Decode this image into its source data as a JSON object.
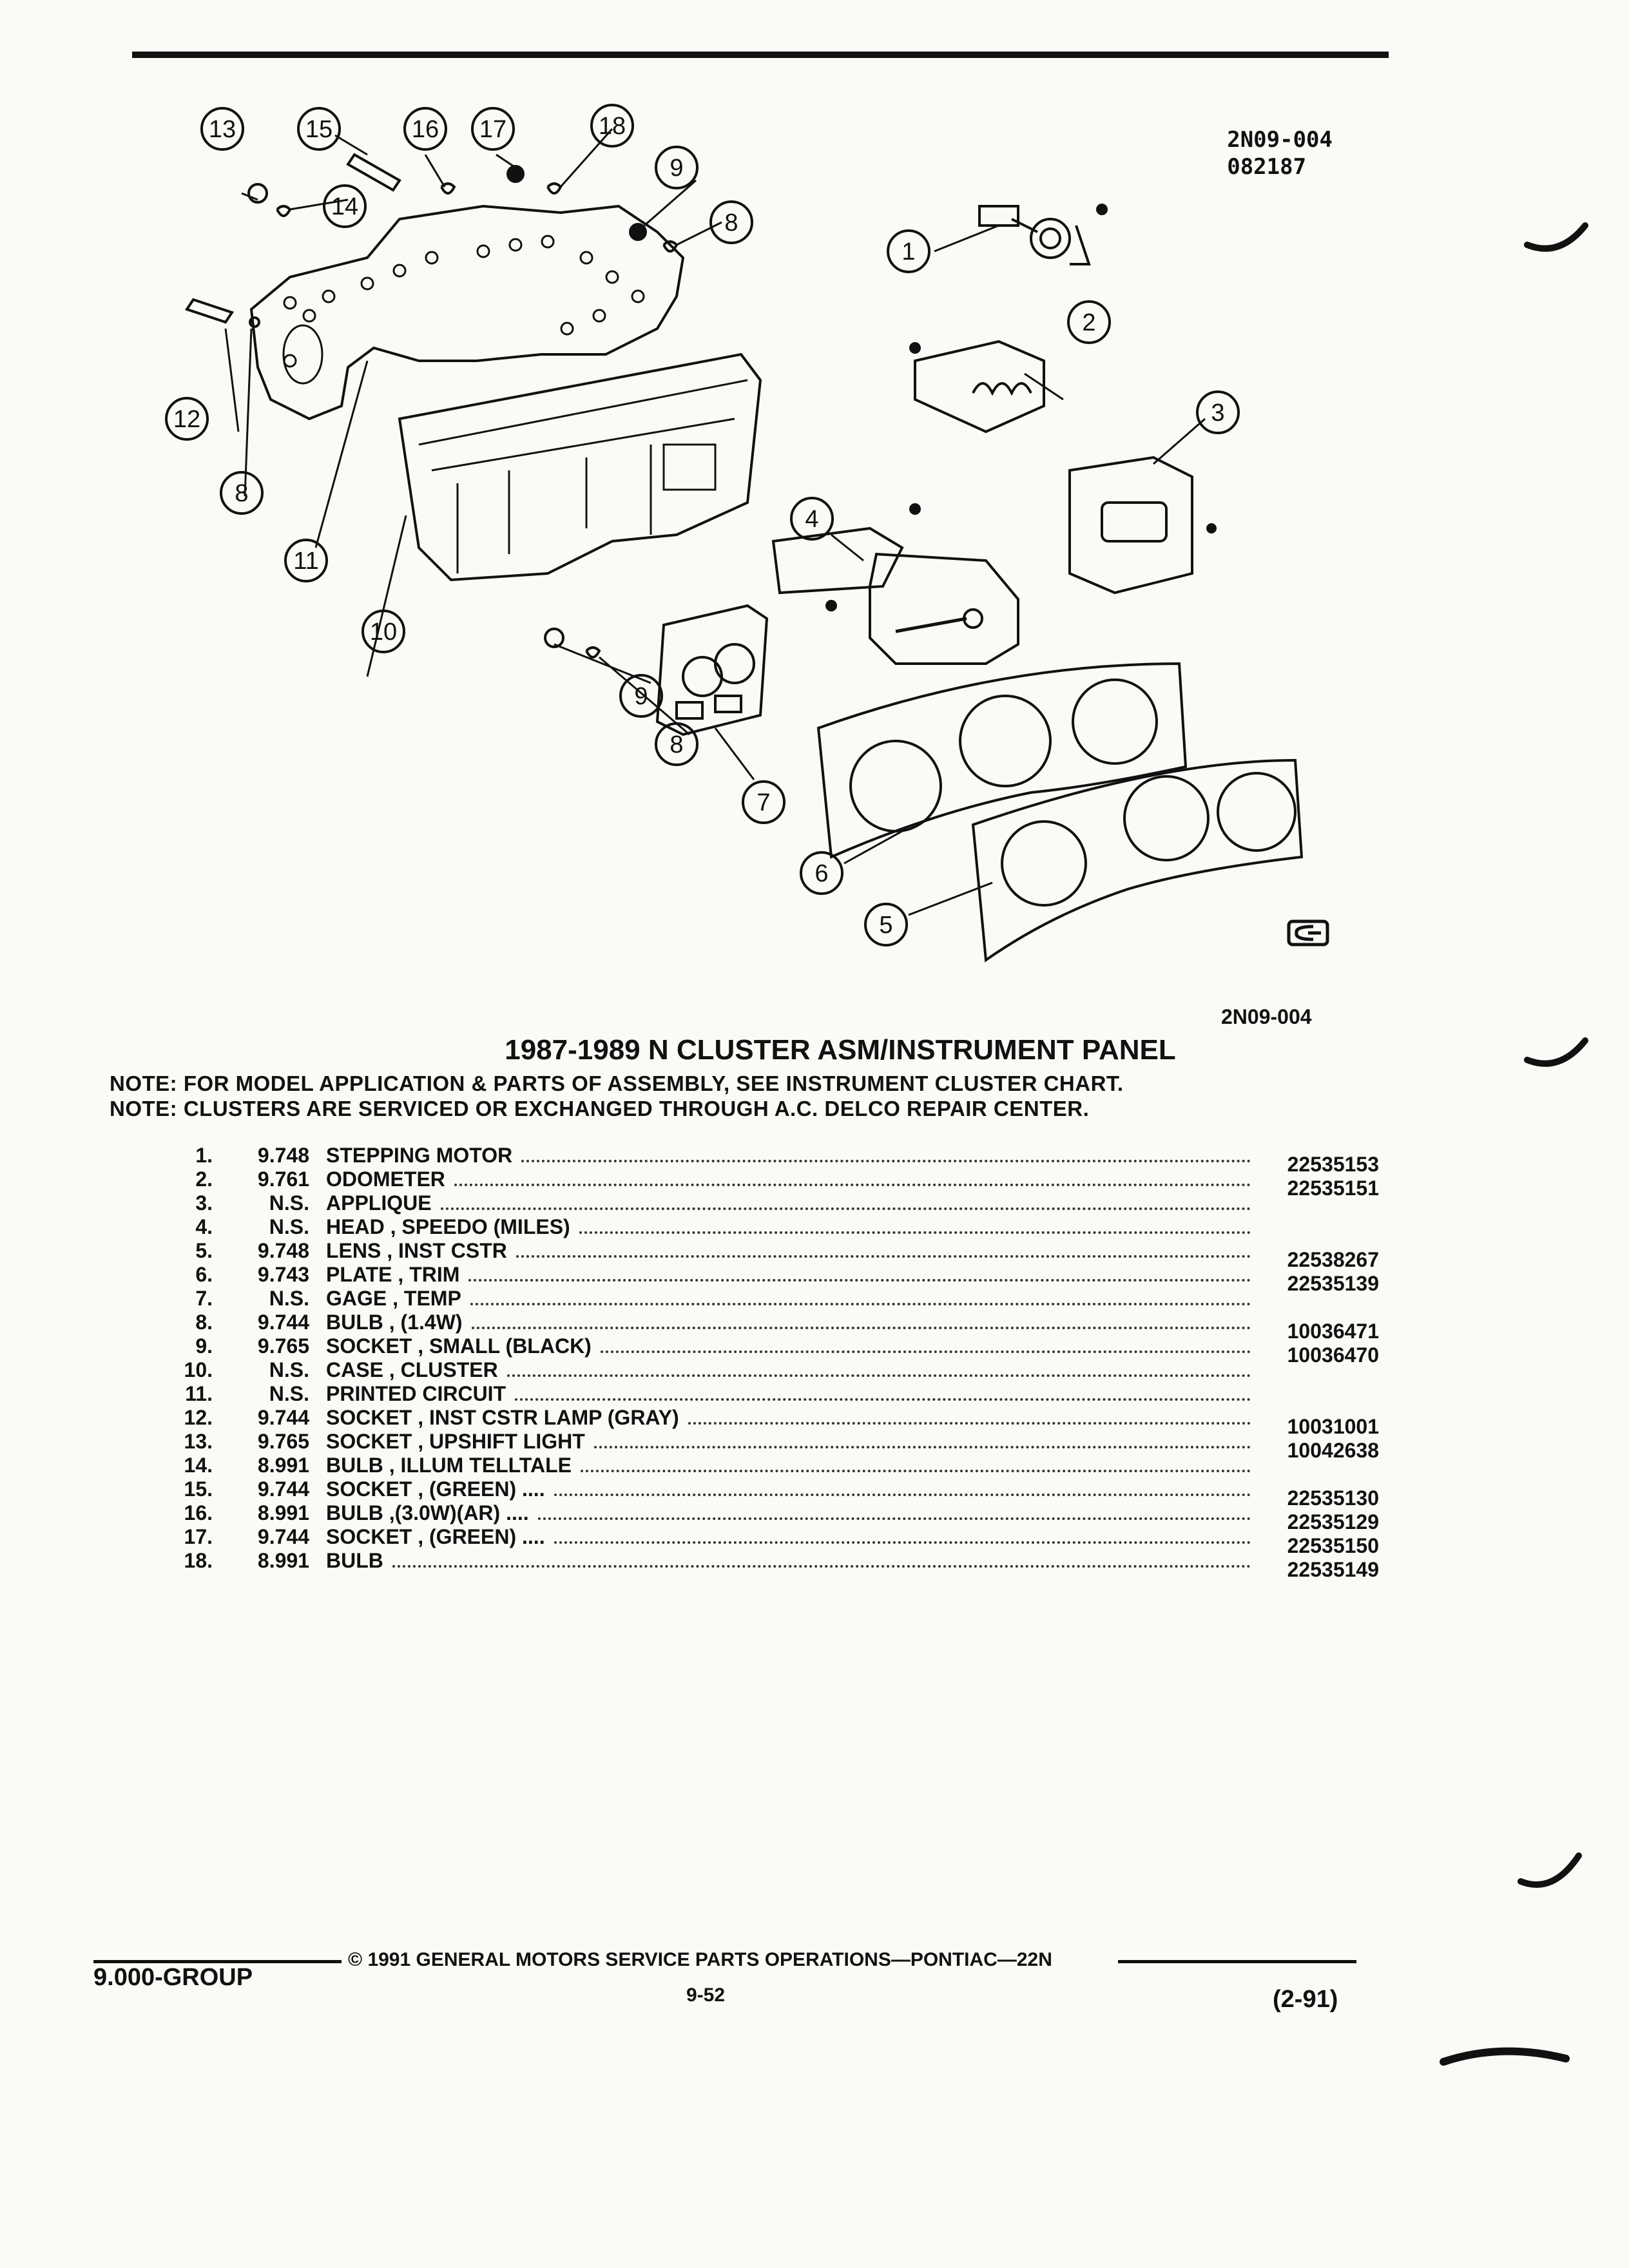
{
  "figure": {
    "code_top": "2N09-004",
    "date_code": "082187",
    "code_bottom": "2N09-004",
    "callouts": [
      "1",
      "2",
      "3",
      "4",
      "5",
      "6",
      "7",
      "8",
      "9",
      "10",
      "11",
      "12",
      "13",
      "14",
      "15",
      "16",
      "17",
      "18"
    ]
  },
  "title": "1987-1989 N CLUSTER ASM/INSTRUMENT PANEL",
  "notes": [
    "NOTE:  FOR MODEL APPLICATION & PARTS OF ASSEMBLY, SEE INSTRUMENT CLUSTER CHART.",
    "NOTE:  CLUSTERS ARE SERVICED OR EXCHANGED THROUGH A.C. DELCO REPAIR CENTER."
  ],
  "parts": [
    {
      "num": "1.",
      "code": "9.748",
      "desc": "STEPPING MOTOR",
      "pn": "22535153"
    },
    {
      "num": "2.",
      "code": "9.761",
      "desc": "ODOMETER",
      "pn": "22535151"
    },
    {
      "num": "3.",
      "code": "N.S.",
      "desc": "APPLIQUE",
      "pn": ""
    },
    {
      "num": "4.",
      "code": "N.S.",
      "desc": "HEAD , SPEEDO (MILES)",
      "pn": ""
    },
    {
      "num": "5.",
      "code": "9.748",
      "desc": "LENS , INST CSTR",
      "pn": "22538267"
    },
    {
      "num": "6.",
      "code": "9.743",
      "desc": "PLATE , TRIM",
      "pn": "22535139"
    },
    {
      "num": "7.",
      "code": "N.S.",
      "desc": "GAGE , TEMP",
      "pn": ""
    },
    {
      "num": "8.",
      "code": "9.744",
      "desc": "BULB , (1.4W)",
      "pn": "10036471"
    },
    {
      "num": "9.",
      "code": "9.765",
      "desc": "SOCKET , SMALL (BLACK)",
      "pn": "10036470"
    },
    {
      "num": "10.",
      "code": "N.S.",
      "desc": "CASE , CLUSTER",
      "pn": ""
    },
    {
      "num": "11.",
      "code": "N.S.",
      "desc": "PRINTED CIRCUIT",
      "pn": ""
    },
    {
      "num": "12.",
      "code": "9.744",
      "desc": "SOCKET , INST CSTR LAMP (GRAY)",
      "pn": "10031001"
    },
    {
      "num": "13.",
      "code": "9.765",
      "desc": "SOCKET , UPSHIFT LIGHT",
      "pn": "10042638"
    },
    {
      "num": "14.",
      "code": "8.991",
      "desc": "BULB , ILLUM TELLTALE",
      "pn": ""
    },
    {
      "num": "15.",
      "code": "9.744",
      "desc": "SOCKET , (GREEN) ....",
      "pn": "22535130"
    },
    {
      "num": "16.",
      "code": "8.991",
      "desc": "BULB ,(3.0W)(AR) ....",
      "pn": "22535129"
    },
    {
      "num": "17.",
      "code": "9.744",
      "desc": "SOCKET , (GREEN) ....",
      "pn": "22535150"
    },
    {
      "num": "18.",
      "code": "8.991",
      "desc": "BULB",
      "pn": "22535149"
    }
  ],
  "footer": {
    "group": "9.000-GROUP",
    "copyright": "© 1991 GENERAL MOTORS SERVICE PARTS OPERATIONS—PONTIAC—22N",
    "page": "9-52",
    "date": "(2-91)"
  }
}
